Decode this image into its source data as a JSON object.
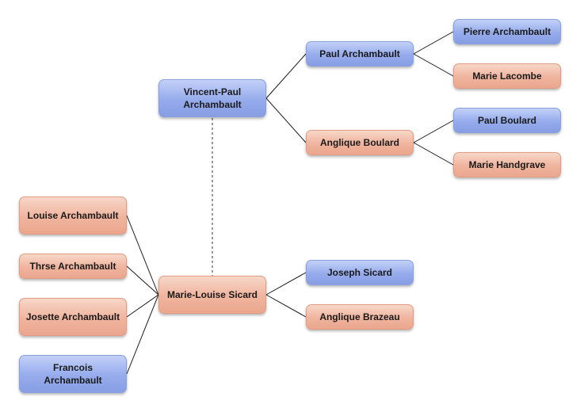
{
  "people": {
    "vincent_paul": "Vincent-Paul Archambault",
    "marie_louise": "Marie-Louise Sicard",
    "paul": "Paul Archambault",
    "anglique_boulard": "Anglique Boulard",
    "pierre": "Pierre Archambault",
    "marie_lacombe": "Marie Lacombe",
    "paul_boulard": "Paul Boulard",
    "marie_handgrave": "Marie Handgrave",
    "joseph_sicard": "Joseph Sicard",
    "anglique_brazeau": "Anglique Brazeau",
    "louise": "Louise Archambault",
    "therese": "Thrse Archambault",
    "josette": "Josette Archambault",
    "francois": "Francois Archambault"
  },
  "colors": {
    "male": "#95abec",
    "female": "#f0b49e",
    "line": "#1a1a1a",
    "spouse_line": "#777777"
  }
}
